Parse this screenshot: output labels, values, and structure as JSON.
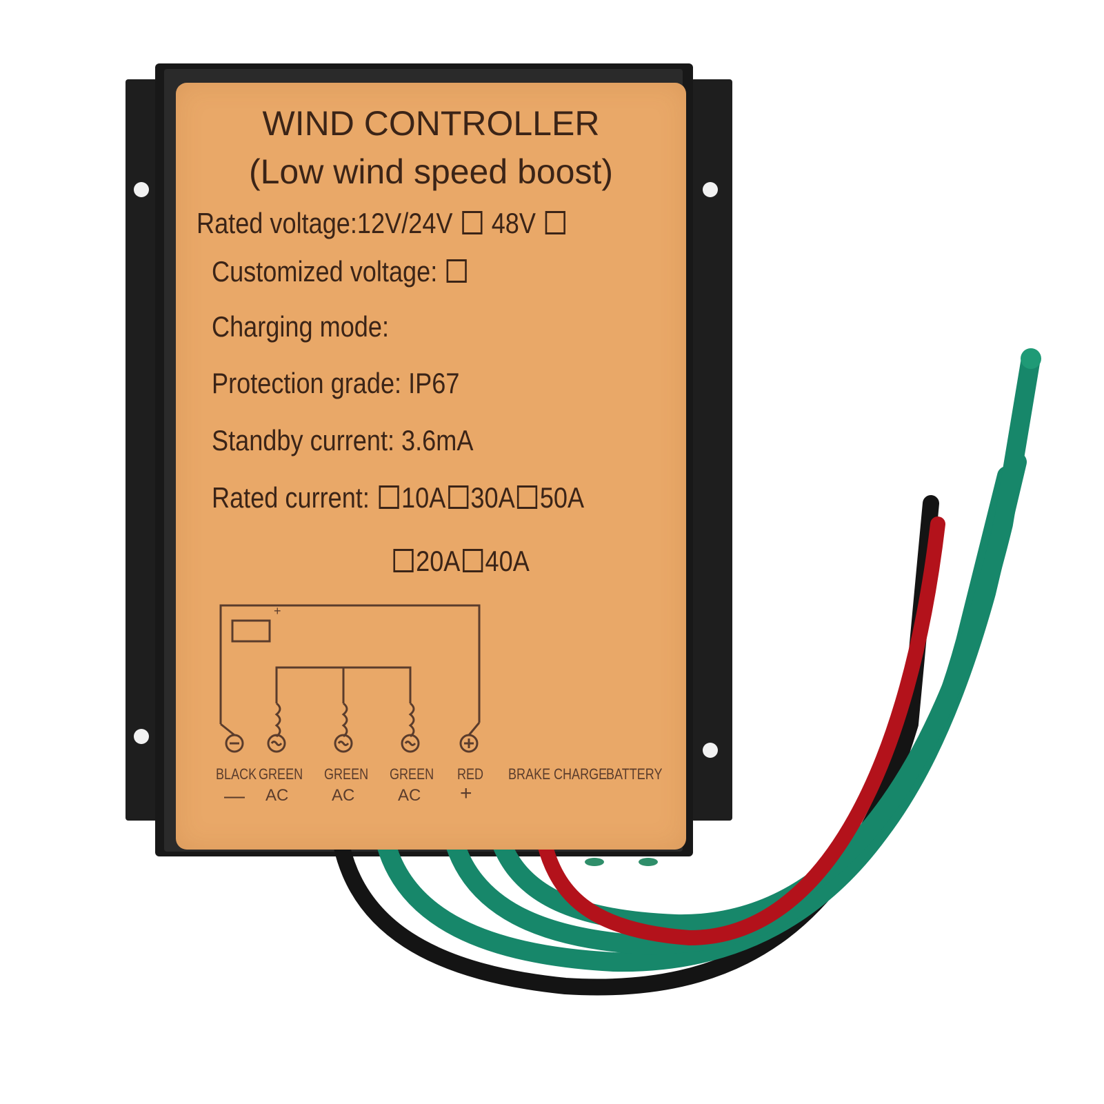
{
  "label": {
    "title": "WIND CONTROLLER",
    "subtitle": "(Low wind speed boost)",
    "rated_voltage": {
      "prefix": "Rated voltage:12V/24V",
      "opt2": "48V"
    },
    "customized_voltage": "Customized voltage:",
    "charging_mode": "Charging mode:",
    "protection_grade": "Protection grade: IP67",
    "standby_current": "Standby current: 3.6mA",
    "rated_current": {
      "prefix": "Rated current:",
      "opts_row1": [
        "10A",
        "30A",
        "50A"
      ],
      "opts_row2": [
        "20A",
        "40A"
      ]
    },
    "terminals": [
      {
        "color": "BLACK",
        "sign": "—"
      },
      {
        "color": "GREEN",
        "sign": "AC"
      },
      {
        "color": "GREEN",
        "sign": "AC"
      },
      {
        "color": "GREEN",
        "sign": "AC"
      },
      {
        "color": "RED",
        "sign": "+"
      }
    ],
    "indicators": [
      "BRAKE",
      "CHARGE",
      "BATTERY"
    ],
    "battery_minus": "-",
    "battery_plus": "+"
  },
  "colors": {
    "label_bg": "#e9a868",
    "housing": "#1b1b1b",
    "wire_green": "#17876a",
    "wire_red": "#b3121b",
    "wire_black": "#141414"
  }
}
